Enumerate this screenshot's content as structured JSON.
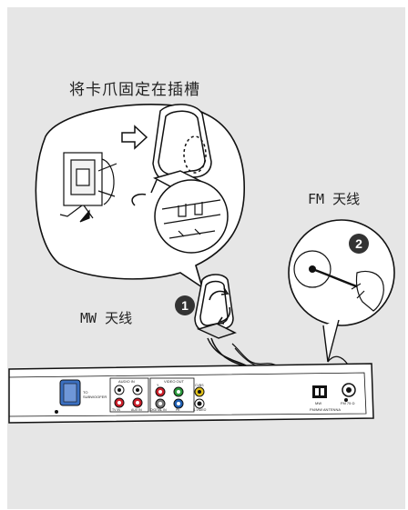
{
  "instruction": "将卡爪固定在插槽",
  "fm_label": "FM 天线",
  "mw_label": "MW 天线",
  "step_badges": [
    "1",
    "2"
  ],
  "panel_labels": {
    "subwoofer_to": "TO",
    "subwoofer": "SUBWOOFER",
    "audio_in": "AUDIO IN",
    "video_out": "VIDEO OUT",
    "y": "Y",
    "cvbs": "CVBS",
    "tv_in": "TV IN",
    "aux_in": "AUX IN",
    "digital_in": "DIGITAL IN",
    "pb": "Pb",
    "svideo": "S-VIDEO",
    "mw": "MW",
    "fm_antenna_jack": "FM 75 Ω",
    "antenna": "FM/MW ANTENNA"
  },
  "colors": {
    "background": "#e6e6e6",
    "bubble": "#ffffff",
    "line": "#111111",
    "jack_red": "#cc1f2a",
    "jack_green": "#2a9a3c",
    "jack_blue": "#1e5fb4",
    "jack_yellow": "#e2c21a",
    "connector_blue": "#3a6fc0"
  },
  "icons": [
    "right-arrow-icon",
    "rotate-arrow-icon",
    "wire-hand-icon"
  ]
}
